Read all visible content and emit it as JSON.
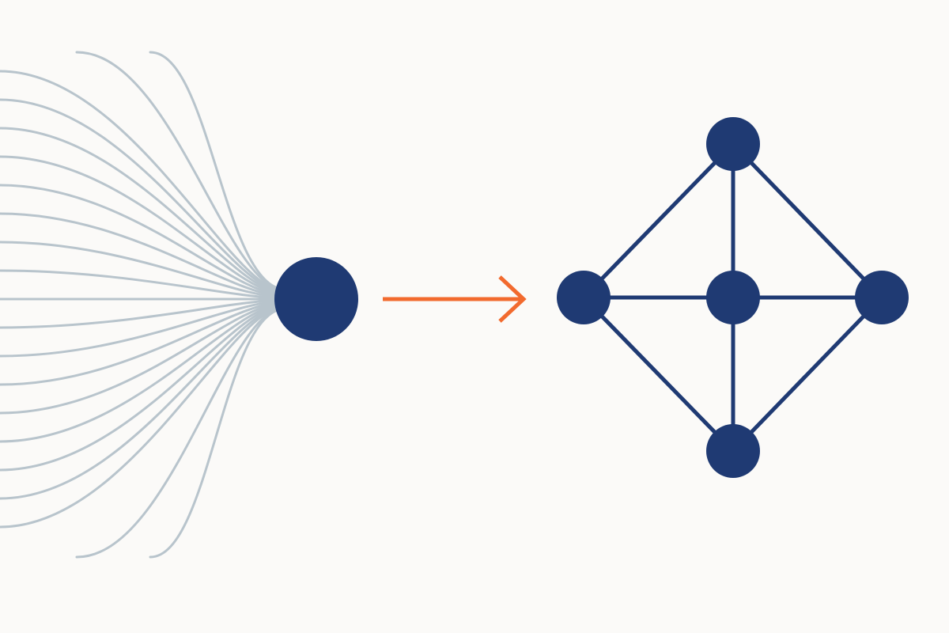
{
  "colors": {
    "background": "#fbfaf8",
    "line": "#b8c4cc",
    "node": "#1f3a73",
    "edge": "#1f3a73",
    "arrow": "#f26a2e"
  },
  "diagram": {
    "left_group": {
      "kind": "converging-lines",
      "line_count": 21,
      "target": "hub-node"
    },
    "connector": {
      "kind": "arrow",
      "direction": "right"
    },
    "network": {
      "nodes": [
        "top",
        "left",
        "center",
        "right",
        "bottom"
      ],
      "edges": [
        [
          "top",
          "left"
        ],
        [
          "top",
          "right"
        ],
        [
          "top",
          "center"
        ],
        [
          "left",
          "center"
        ],
        [
          "center",
          "right"
        ],
        [
          "left",
          "bottom"
        ],
        [
          "right",
          "bottom"
        ],
        [
          "center",
          "bottom"
        ]
      ]
    }
  }
}
